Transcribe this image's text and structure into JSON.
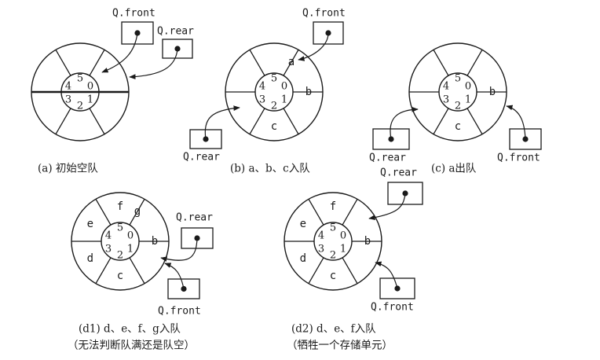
{
  "labels": {
    "front": "Q.front",
    "rear": "Q.rear"
  },
  "inner_indices": [
    "0",
    "1",
    "2",
    "3",
    "4",
    "5"
  ],
  "diagrams": [
    {
      "id": "a",
      "caption": [
        "(a) 初始空队"
      ],
      "slots": {}
    },
    {
      "id": "b",
      "caption": [
        "(b) a、b、c入队"
      ],
      "slots": {
        "0": "a",
        "1": "b",
        "2": "c"
      }
    },
    {
      "id": "c",
      "caption": [
        "(c) a出队"
      ],
      "slots": {
        "1": "b",
        "2": "c"
      }
    },
    {
      "id": "d1",
      "caption": [
        "(d1) d、e、f、g入队",
        "（无法判断队满还是队空）"
      ],
      "slots": {
        "0": "g",
        "1": "b",
        "2": "c",
        "3": "d",
        "4": "e",
        "5": "f"
      }
    },
    {
      "id": "d2",
      "caption": [
        "(d2) d、e、f入队",
        "（牺牲一个存储单元）"
      ],
      "slots": {
        "1": "b",
        "2": "c",
        "3": "d",
        "4": "e",
        "5": "f"
      }
    }
  ]
}
